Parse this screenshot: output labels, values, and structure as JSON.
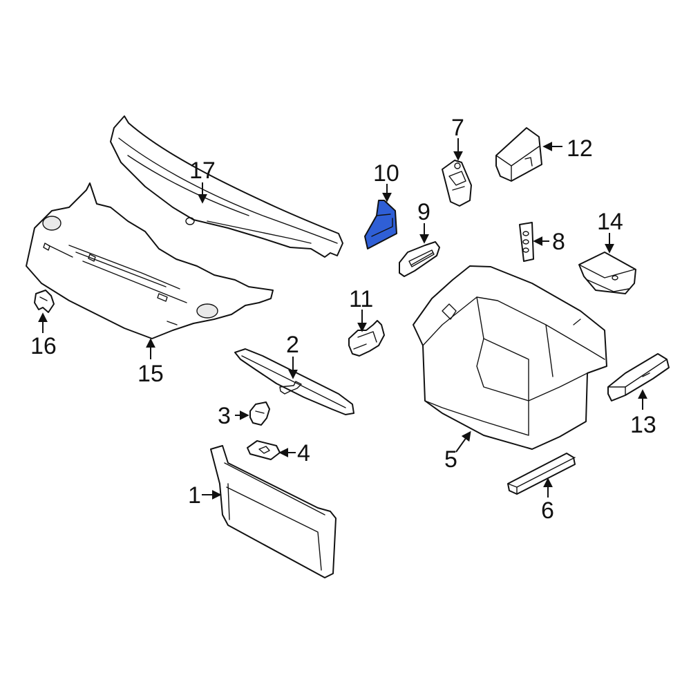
{
  "highlight_color": "#2f5fd6",
  "highlighted_part": "10",
  "callouts": {
    "c1": "1",
    "c2": "2",
    "c3": "3",
    "c4": "4",
    "c5": "5",
    "c6": "6",
    "c7": "7",
    "c8": "8",
    "c9": "9",
    "c10": "10",
    "c11": "11",
    "c12": "12",
    "c13": "13",
    "c14": "14",
    "c15": "15",
    "c16": "16",
    "c17": "17"
  }
}
